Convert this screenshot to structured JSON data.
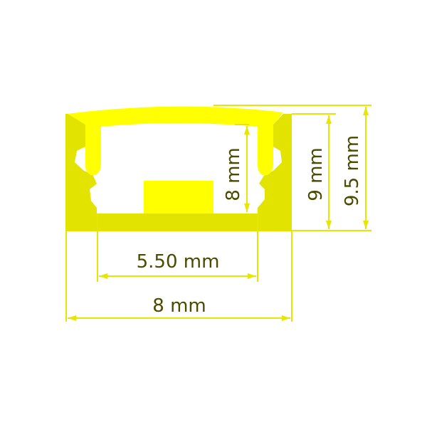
{
  "colors": {
    "profile": "#e3e300",
    "cover": "#ffff00",
    "dimension_line": "#e6e600",
    "text": "#4a4a00"
  },
  "dimensions": {
    "inner_width": "5.50 mm",
    "outer_width": "8 mm",
    "inner_height": "8 mm",
    "profile_height": "9 mm",
    "total_height": "9.5 mm"
  }
}
